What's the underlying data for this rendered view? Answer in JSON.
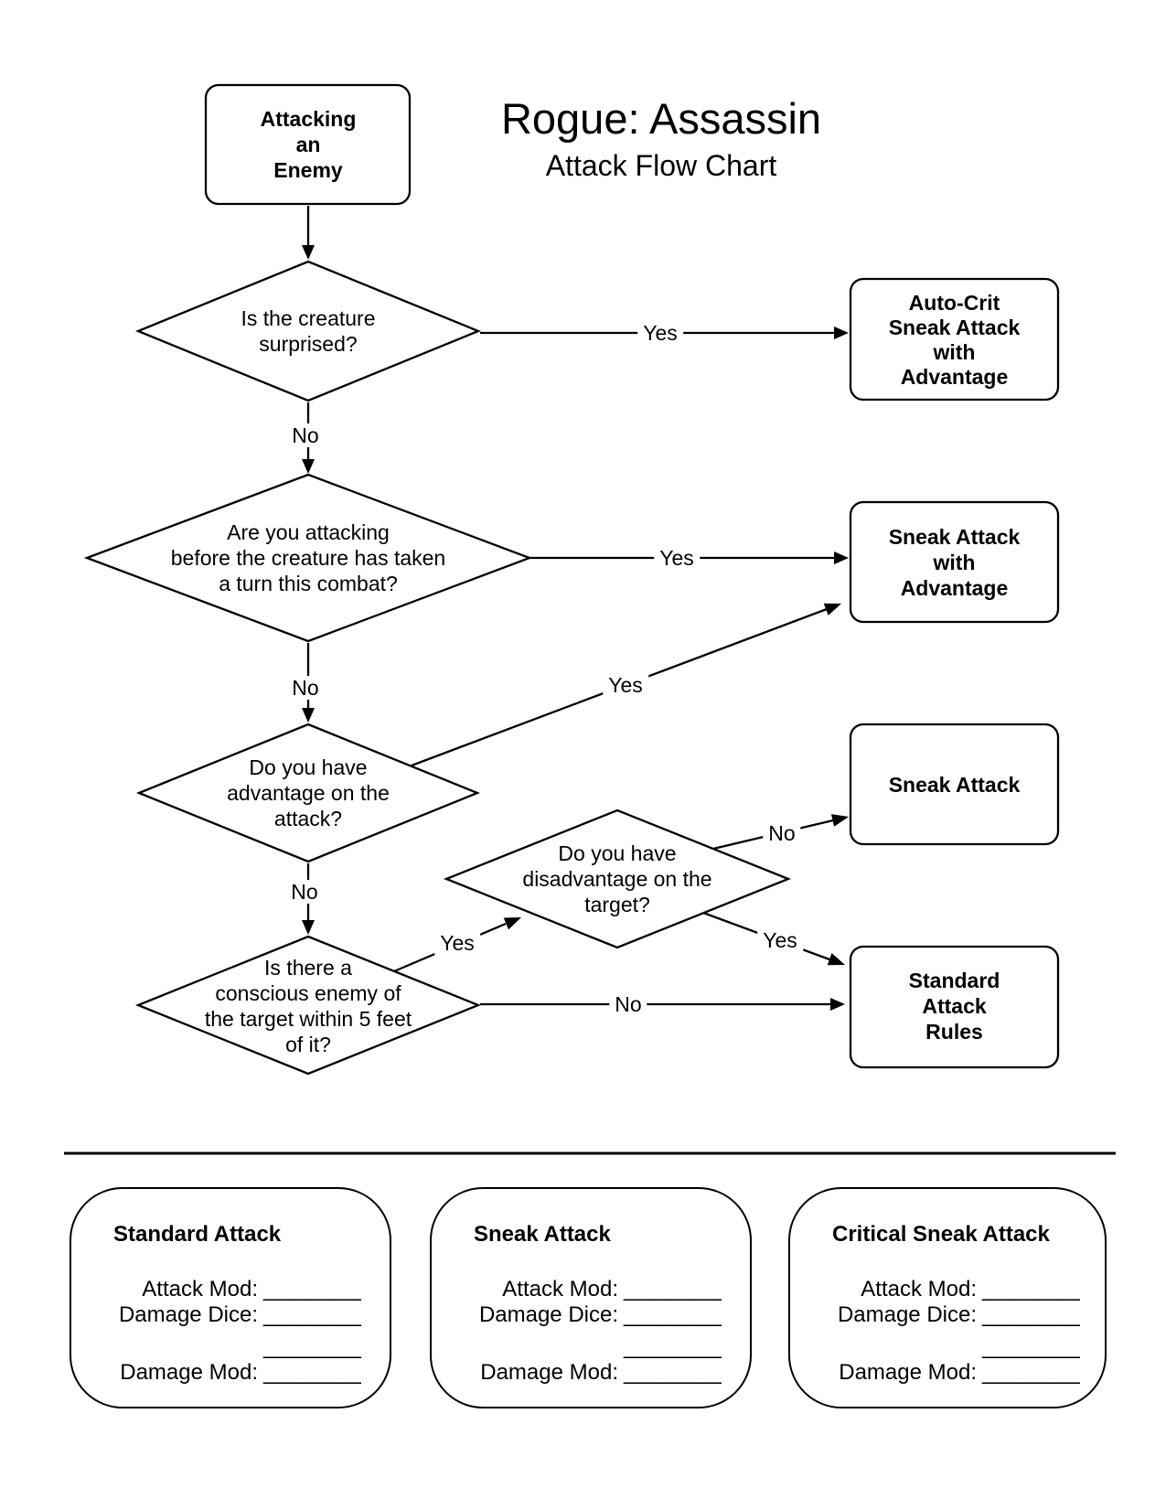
{
  "colors": {
    "ink": "#000000",
    "background": "#ffffff"
  },
  "page": {
    "title": "Rogue: Assassin",
    "subtitle": "Attack Flow Chart"
  },
  "nodes": {
    "start": "Attacking\nan\nEnemy",
    "is_creature_surprised": "Is the creature\nsurprised?",
    "attacking_before_turn": "Are you attacking\nbefore the creature has taken\na turn this combat?",
    "advantage_on_attack": "Do you have\nadvantage on the\nattack?",
    "conscious_enemy_within_5ft": "Is there a\nconscious enemy of\nthe target within 5 feet\nof it?",
    "disadvantage_on_target": "Do you have\ndisadvantage on the\ntarget?",
    "auto_crit_sneak_attack": "Auto-Crit\nSneak Attack\nwith\nAdvantage",
    "sneak_attack_with_advantage": "Sneak Attack\nwith\nAdvantage",
    "sneak_attack": "Sneak Attack",
    "standard_attack_rules": "Standard\nAttack\nRules"
  },
  "edge_labels": {
    "surprised_yes": "Yes",
    "surprised_no": "No",
    "before_turn_yes": "Yes",
    "before_turn_no": "No",
    "advantage_yes": "Yes",
    "advantage_no": "No",
    "enemy_nearby_yes": "Yes",
    "enemy_nearby_no": "No",
    "disadvantage_no": "No",
    "disadvantage_yes": "Yes"
  },
  "reference_cards": [
    {
      "title": "Standard Attack",
      "attack_mod_label": "Attack Mod:",
      "damage_dice_label": "Damage Dice:",
      "damage_mod_label": "Damage Mod:",
      "blank": "________"
    },
    {
      "title": "Sneak Attack",
      "attack_mod_label": "Attack Mod:",
      "damage_dice_label": "Damage Dice:",
      "damage_mod_label": "Damage Mod:",
      "blank": "________"
    },
    {
      "title": "Critical Sneak Attack",
      "attack_mod_label": "Attack Mod:",
      "damage_dice_label": "Damage Dice:",
      "damage_mod_label": "Damage Mod:",
      "blank": "________"
    }
  ]
}
